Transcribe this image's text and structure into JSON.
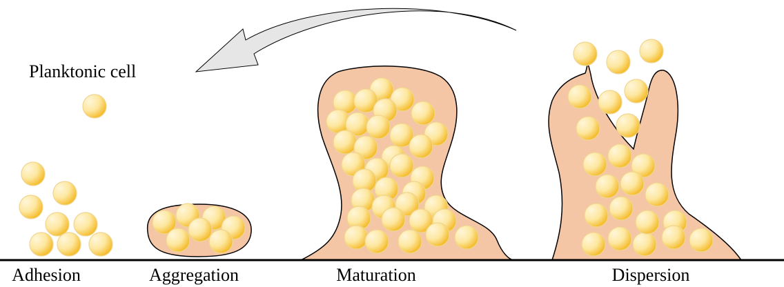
{
  "labels": {
    "planktonic": "Planktonic cell",
    "stages": {
      "adhesion": "Adhesion",
      "aggregation": "Aggregation",
      "maturation": "Maturation",
      "dispersion": "Dispersion"
    }
  },
  "colors": {
    "matrix_fill": "#f5c6a5",
    "cell_fill_light": "#fff6d8",
    "cell_fill_dark": "#f2b400",
    "cell_stroke": "#f0d590",
    "arrow_fill": "#e6e6e6",
    "ground_line": "#000000"
  }
}
